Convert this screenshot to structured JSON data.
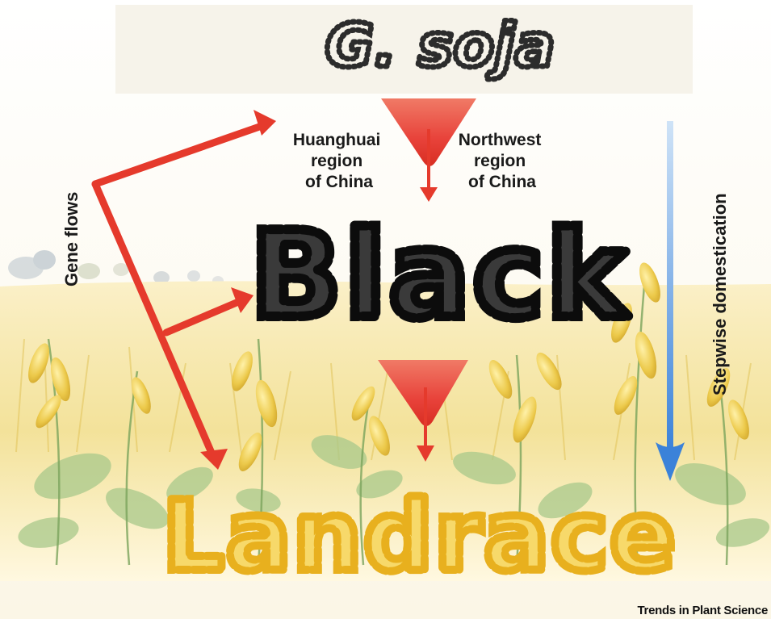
{
  "title": {
    "text": "G. soja"
  },
  "stages": {
    "middle": "Black",
    "bottom": "Landrace"
  },
  "regions": {
    "left": [
      "Huanghuai",
      "region",
      "of China"
    ],
    "right": [
      "Northwest",
      "region",
      "of China"
    ]
  },
  "side_labels": {
    "left": "Gene flows",
    "right": "Stepwise domestication"
  },
  "credit": "Trends in Plant Science",
  "colors": {
    "funnel": "#e8423a",
    "gene_flow_arrow": "#e53a2c",
    "domestication_arrow": "#4a90e2",
    "black_bean": "#1e1e1e",
    "yellow_bean": "#f2c62b",
    "title_bean": "#2c2c2c",
    "field": "#f3e29a"
  },
  "icons": {
    "funnel": "funnel-down-arrow-icon",
    "gene_flow": "branching-arrow-icon",
    "domestication": "down-arrow-icon"
  }
}
